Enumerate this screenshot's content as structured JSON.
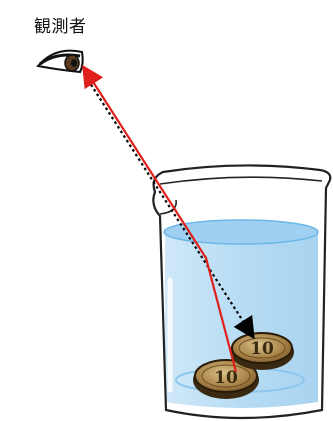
{
  "observer": {
    "label": "観測者"
  },
  "coins": [
    {
      "value": "10"
    },
    {
      "value": "10"
    }
  ],
  "colors": {
    "refracted_ray": "#e0211b",
    "apparent_ray": "#000000",
    "water": "#bfe0f6",
    "water_surface": "#7fc3ee",
    "glass_outline": "#222222",
    "coin_fill": "#b08d55",
    "coin_edge": "#2a1a08"
  },
  "icons": [
    "eye-icon",
    "beaker-icon",
    "coin-icon"
  ]
}
